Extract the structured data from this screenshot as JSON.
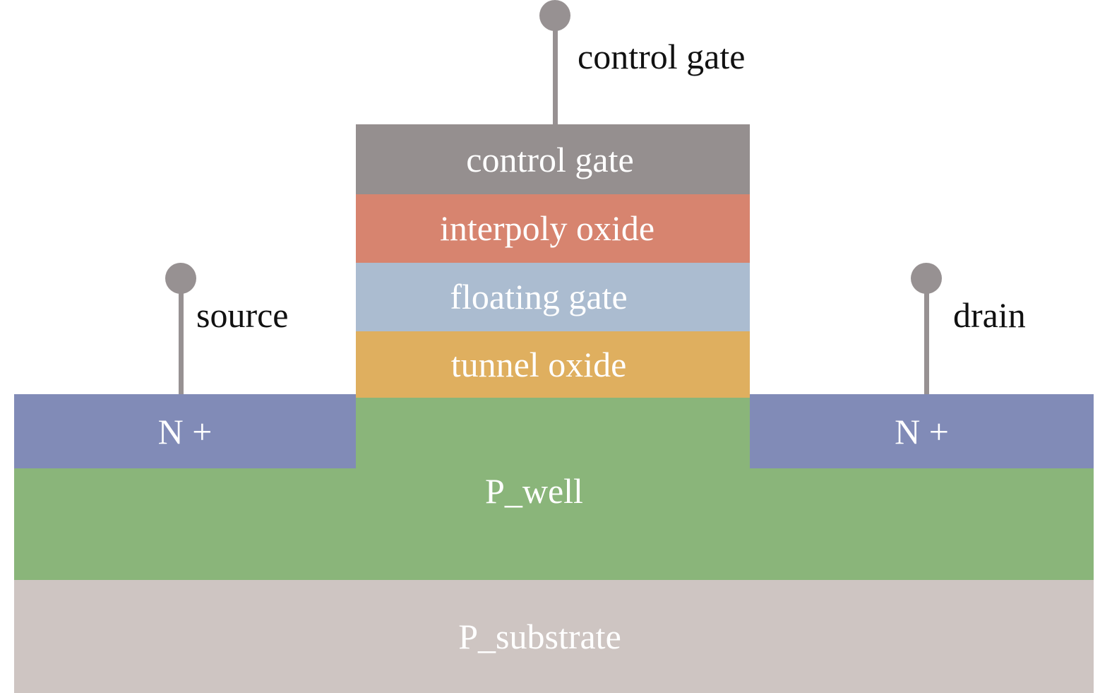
{
  "colors": {
    "control_gate": "#958f8f",
    "interpoly_oxide": "#d7846f",
    "floating_gate": "#abbcd0",
    "tunnel_oxide": "#dfaf5f",
    "n_plus": "#818bb7",
    "p_well": "#8ab57a",
    "p_substrate": "#cec5c2",
    "terminal": "#979192",
    "layer_text": "#ffffff",
    "terminal_text": "#111111"
  },
  "terminals": {
    "control_gate": "control gate",
    "source": "source",
    "drain": "drain"
  },
  "layers": {
    "control_gate": "control gate",
    "interpoly_oxide": "interpoly oxide",
    "floating_gate": "floating gate",
    "tunnel_oxide": "tunnel oxide",
    "n_plus_left": "N +",
    "n_plus_right": "N +",
    "p_well": "P_well",
    "p_substrate": "P_substrate"
  }
}
